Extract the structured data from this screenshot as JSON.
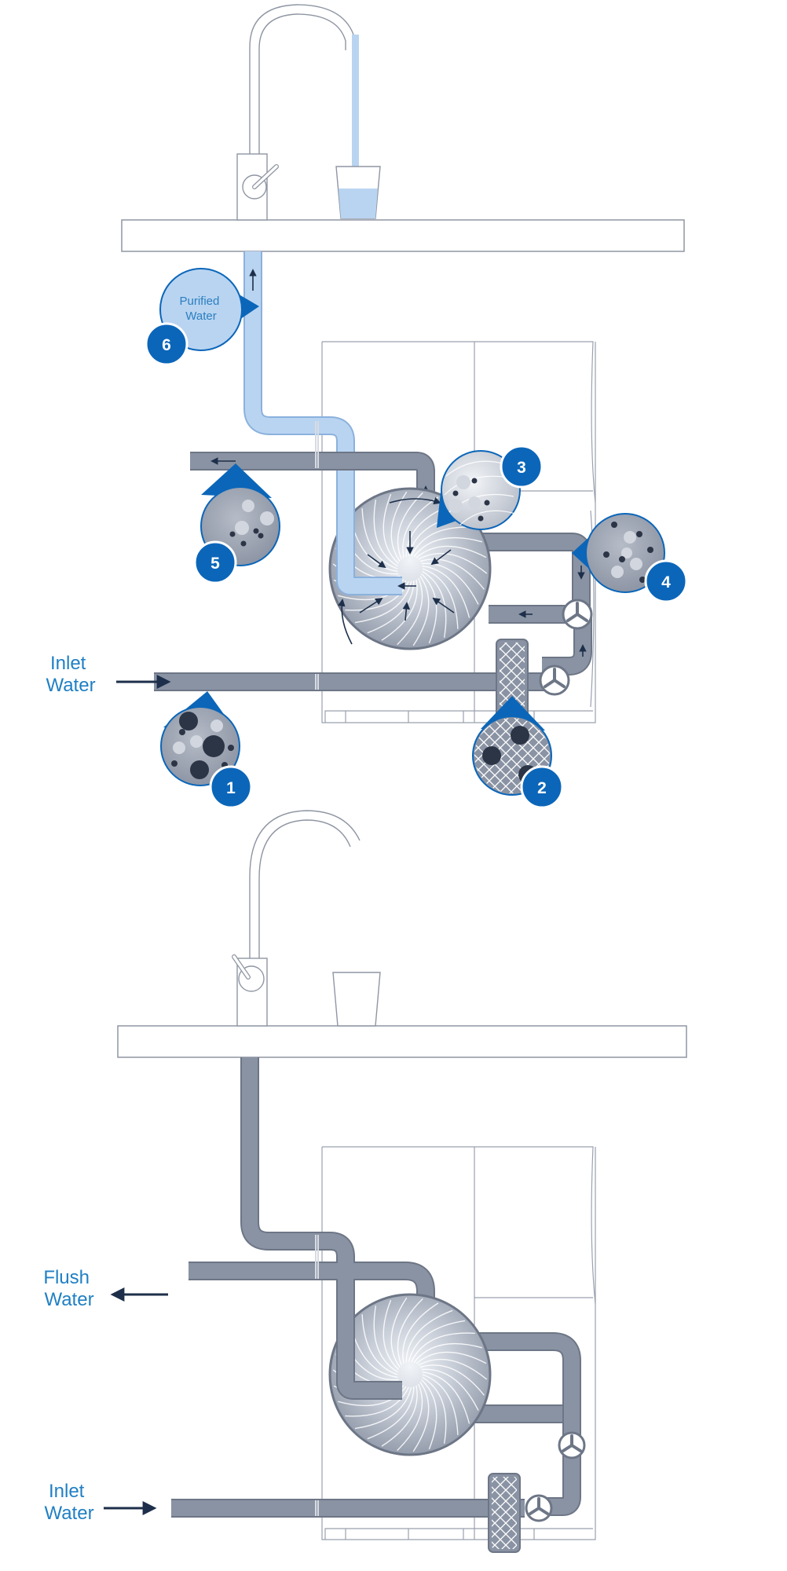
{
  "top_diagram": {
    "inlet_label": [
      "Inlet",
      "Water"
    ],
    "purified_label": [
      "Purified",
      "Water"
    ],
    "badges": [
      "1",
      "2",
      "3",
      "4",
      "5",
      "6"
    ]
  },
  "bottom_diagram": {
    "flush_label": [
      "Flush",
      "Water"
    ],
    "inlet_label": [
      "Inlet",
      "Water"
    ]
  },
  "colors": {
    "pipe": "#8a93a3",
    "pipe_edge": "#6d7686",
    "purified_water": "#b9d4f1",
    "badge": "#0b66b9",
    "label": "#1f7fc4",
    "arrow": "#1d2f4a",
    "outline": "#8f96a3"
  }
}
